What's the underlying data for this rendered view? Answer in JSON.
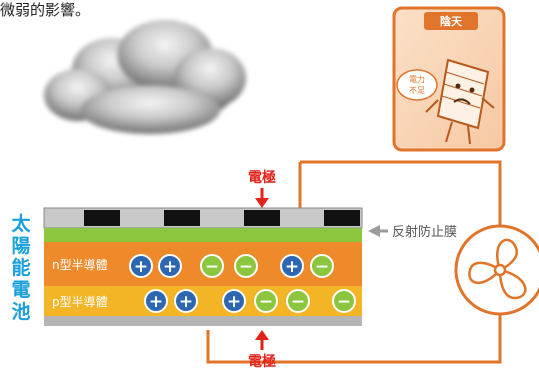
{
  "caption_fragment": "微弱的影響。",
  "cartoon": {
    "badge": "陰天",
    "speech_line1": "電力",
    "speech_line2": "不足"
  },
  "labels": {
    "electrode_top": "電極",
    "electrode_bottom": "電極",
    "anti_reflection": "反射防止膜",
    "n_layer": "n型半導體",
    "p_layer": "p型半導體",
    "solar_cell_chars": [
      "太",
      "陽",
      "能",
      "電",
      "池"
    ]
  },
  "charges": {
    "plus": "+",
    "minus": "−"
  },
  "colors": {
    "accent_orange": "#e0742a",
    "arrow_red": "#e2231a",
    "label_blue": "#1aa0d8",
    "n_layer": "#ef8a2b",
    "p_layer": "#f3b526",
    "green_layer": "#8cc63f",
    "plus_circle": "#2d67b1",
    "minus_circle": "#8cc63f"
  }
}
